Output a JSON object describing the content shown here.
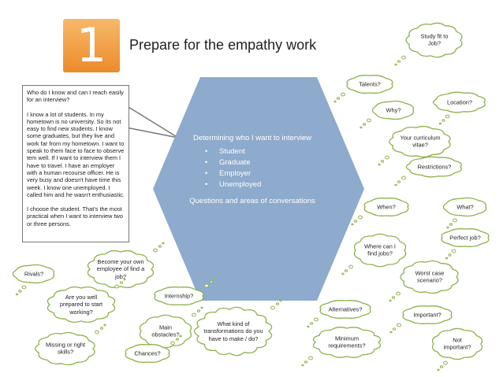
{
  "header": {
    "number": "1",
    "title": "Prepare for the empathy work"
  },
  "speech_bubble": {
    "paragraphs": [
      "Who do I know and can I reach easily for an interview?",
      "I know a lot of students. In my hometown is no university. So its not easy to find new students. I know some graduates, but they live and work far from my hometown. I want to speak to them face to face to observe tem well. If I want to interview them I have to travel. I have an employer with a human recourse officer. He is very busy and doesn't have time this week. I know one unemployed. I called him and he wasn't enthusiastic.",
      "I choose the student. That's the most practical when I want to interview two or three persons."
    ]
  },
  "hexagon": {
    "heading": "Determining who I want to interview",
    "items": [
      "Student",
      "Graduate",
      "Employer",
      "Unemployed"
    ],
    "subheading": "Questions and areas of conversations",
    "fill": "#8eaacd"
  },
  "clouds": [
    {
      "id": "study-fit",
      "text": "Study fit to Job?"
    },
    {
      "id": "talents",
      "text": "Talents?"
    },
    {
      "id": "location",
      "text": "Location?"
    },
    {
      "id": "why",
      "text": "Why?"
    },
    {
      "id": "curriculum-vitae",
      "text": "Your curriculum vitae?"
    },
    {
      "id": "restrictions",
      "text": "Restrictions?"
    },
    {
      "id": "when",
      "text": "When?"
    },
    {
      "id": "what",
      "text": "What?"
    },
    {
      "id": "perfect-job",
      "text": "Perfect job?"
    },
    {
      "id": "find-jobs",
      "text": "Where can I find jobs?"
    },
    {
      "id": "worst-case",
      "text": "Worst case scenario?"
    },
    {
      "id": "alternatives",
      "text": "Alternatives?"
    },
    {
      "id": "important",
      "text": "Important?"
    },
    {
      "id": "minimum-requirements",
      "text": "Minimum requirements?"
    },
    {
      "id": "not-important",
      "text": "Not important?"
    },
    {
      "id": "rivals",
      "text": "Rivals?"
    },
    {
      "id": "own-employee",
      "text": "Become your own employee of find a job?"
    },
    {
      "id": "internship",
      "text": "Internship?"
    },
    {
      "id": "prepared-working",
      "text": "Are you well prepared to start working?"
    },
    {
      "id": "main-obstacles",
      "text": "Main obstacles?"
    },
    {
      "id": "transformations",
      "text": "What kind of transformations do you have to make / do?"
    },
    {
      "id": "missing-skills",
      "text": "Missing or right skills?"
    },
    {
      "id": "chances",
      "text": "Chances?"
    }
  ],
  "colors": {
    "accent_orange": "#ec8b2a",
    "hexagon": "#8eaacd",
    "cloud_stroke": "#8fb04a"
  }
}
